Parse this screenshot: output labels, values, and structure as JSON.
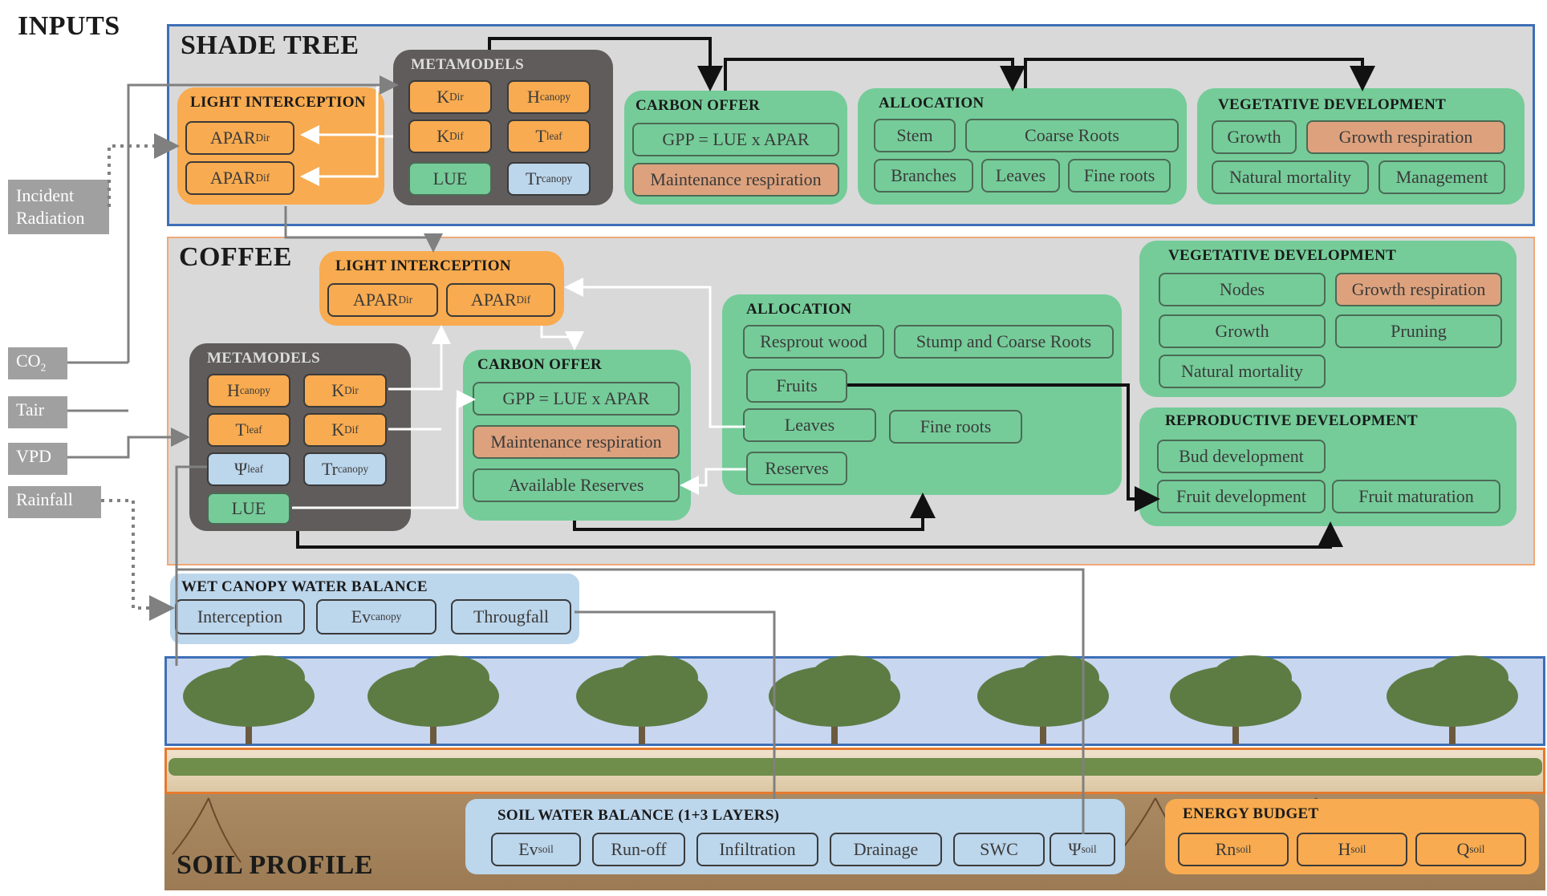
{
  "sections": {
    "inputs": "INPUTS",
    "shade_tree": "SHADE TREE",
    "coffee": "COFFEE",
    "soil_profile": "SOIL PROFILE"
  },
  "inputs": {
    "incident_radiation": "Incident Radiation",
    "co2": "CO",
    "co2_sub": "2",
    "tair": "Tair",
    "vpd": "VPD",
    "rainfall": "Rainfall"
  },
  "shade_tree": {
    "light_interception": {
      "title": "LIGHT INTERCEPTION",
      "apar_dir": "APAR",
      "apar_dir_sub": "Dir",
      "apar_dif": "APAR",
      "apar_dif_sub": "Dif"
    },
    "metamodels": {
      "title": "METAMODELS",
      "k_dir": "K",
      "k_dir_sub": "Dir",
      "h_canopy": "H",
      "h_canopy_sub": "canopy",
      "k_dif": "K",
      "k_dif_sub": "Dif",
      "t_leaf": "T",
      "t_leaf_sub": "leaf",
      "lue": "LUE",
      "tr_canopy": "Tr",
      "tr_canopy_sub": "canopy"
    },
    "carbon_offer": {
      "title": "CARBON OFFER",
      "gpp": "GPP = LUE  x APAR",
      "maintenance": "Maintenance respiration"
    },
    "allocation": {
      "title": "ALLOCATION",
      "stem": "Stem",
      "coarse_roots": "Coarse Roots",
      "branches": "Branches",
      "leaves": "Leaves",
      "fine_roots": "Fine roots"
    },
    "vegetative": {
      "title": "VEGETATIVE  DEVELOPMENT",
      "growth": "Growth",
      "growth_respiration": "Growth respiration",
      "natural_mortality": "Natural mortality",
      "management": "Management"
    }
  },
  "coffee": {
    "light_interception": {
      "title": "LIGHT INTERCEPTION",
      "apar_dir": "APAR",
      "apar_dir_sub": "Dir",
      "apar_dif": "APAR",
      "apar_dif_sub": "Dif"
    },
    "metamodels": {
      "title": "METAMODELS",
      "h_canopy": "H",
      "h_canopy_sub": "canopy",
      "k_dir": "K",
      "k_dir_sub": "Dir",
      "t_leaf": "T",
      "t_leaf_sub": "leaf",
      "k_dif": "K",
      "k_dif_sub": "Dif",
      "psi_leaf": "Ψ",
      "psi_leaf_sub": "leaf",
      "tr_canopy": "Tr",
      "tr_canopy_sub": "canopy",
      "lue": "LUE"
    },
    "carbon_offer": {
      "title": "CARBON OFFER",
      "gpp": "GPP = LUE  x APAR",
      "maintenance": "Maintenance respiration",
      "available_reserves": "Available Reserves"
    },
    "allocation": {
      "title": "ALLOCATION",
      "resprout_wood": "Resprout wood",
      "stump": "Stump and Coarse Roots",
      "fruits": "Fruits",
      "leaves": "Leaves",
      "fine_roots": "Fine roots",
      "reserves": "Reserves"
    },
    "vegetative": {
      "title": "VEGETATIVE  DEVELOPMENT",
      "nodes": "Nodes",
      "growth_respiration": "Growth respiration",
      "growth": "Growth",
      "pruning": "Pruning",
      "natural_mortality": "Natural mortality"
    },
    "reproductive": {
      "title": "REPRODUCTIVE DEVELOPMENT",
      "bud": "Bud development",
      "fruit_dev": "Fruit development",
      "fruit_mat": "Fruit maturation"
    }
  },
  "wet_canopy": {
    "title": "WET CANOPY WATER BALANCE",
    "interception": "Interception",
    "ev_canopy": "Ev",
    "ev_canopy_sub": "canopy",
    "througfall": "Througfall"
  },
  "soil_water": {
    "title": "SOIL WATER BALANCE (1+3 LAYERS)",
    "ev_soil": "Ev",
    "ev_soil_sub": "soil",
    "runoff": "Run-off",
    "infiltration": "Infiltration",
    "drainage": "Drainage",
    "swc": "SWC",
    "psi_soil": "Ψ",
    "psi_soil_sub": "soil"
  },
  "energy_budget": {
    "title": "ENERGY BUDGET",
    "rn": "Rn",
    "rn_sub": "soil",
    "h": "H",
    "h_sub": "soil",
    "q": "Q",
    "q_sub": "soil"
  },
  "colors": {
    "shade_border": "#3d6fb6",
    "coffee_border": "#f0a878",
    "orange": "#f8ab50",
    "green": "#75cc99",
    "dark": "#5f5c5b",
    "blue": "#bcd6ec"
  }
}
